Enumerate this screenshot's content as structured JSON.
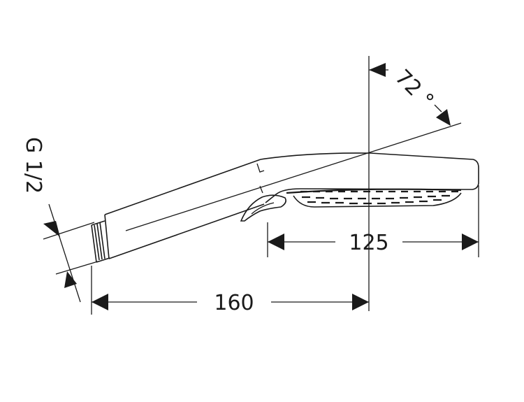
{
  "dimensions": {
    "overall_length": "160",
    "head_length": "125",
    "angle": "72 °",
    "thread": "G 1/2"
  },
  "colors": {
    "ink": "#1a1a1a",
    "background": "#ffffff"
  }
}
